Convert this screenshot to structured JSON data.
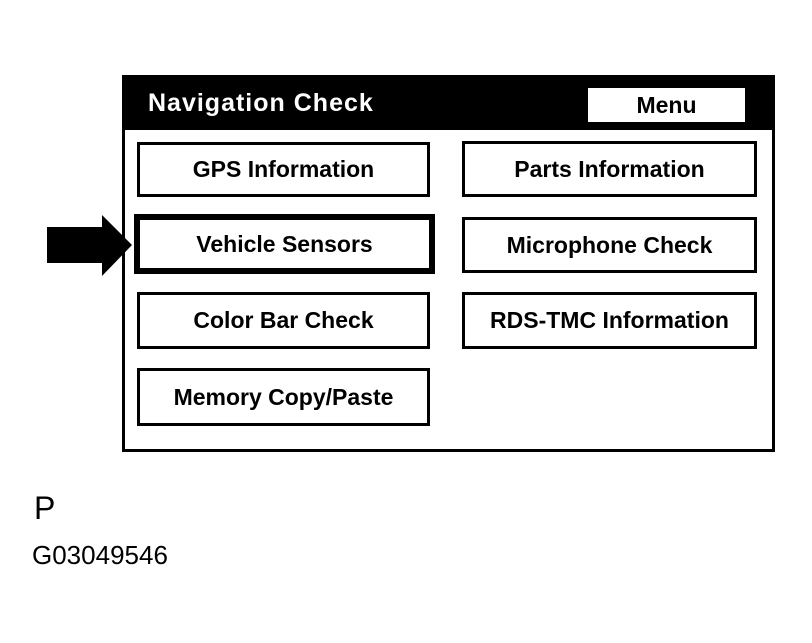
{
  "figure": {
    "label": "P",
    "code": "G03049546"
  },
  "screen": {
    "title": "Navigation Check",
    "menu_button_label": "Menu",
    "buttons": [
      {
        "label": "GPS Information",
        "selected": false
      },
      {
        "label": "Parts Information",
        "selected": false
      },
      {
        "label": "Vehicle Sensors",
        "selected": true
      },
      {
        "label": "Microphone Check",
        "selected": false
      },
      {
        "label": "Color Bar Check",
        "selected": false
      },
      {
        "label": "RDS-TMC Information",
        "selected": false
      },
      {
        "label": "Memory Copy/Paste",
        "selected": false
      }
    ],
    "pointer_target": "Vehicle Sensors",
    "colors": {
      "header_bg": "#000000",
      "header_text": "#ffffff",
      "body_bg": "#ffffff",
      "button_border": "#000000",
      "button_text": "#000000",
      "arrow": "#000000"
    }
  }
}
